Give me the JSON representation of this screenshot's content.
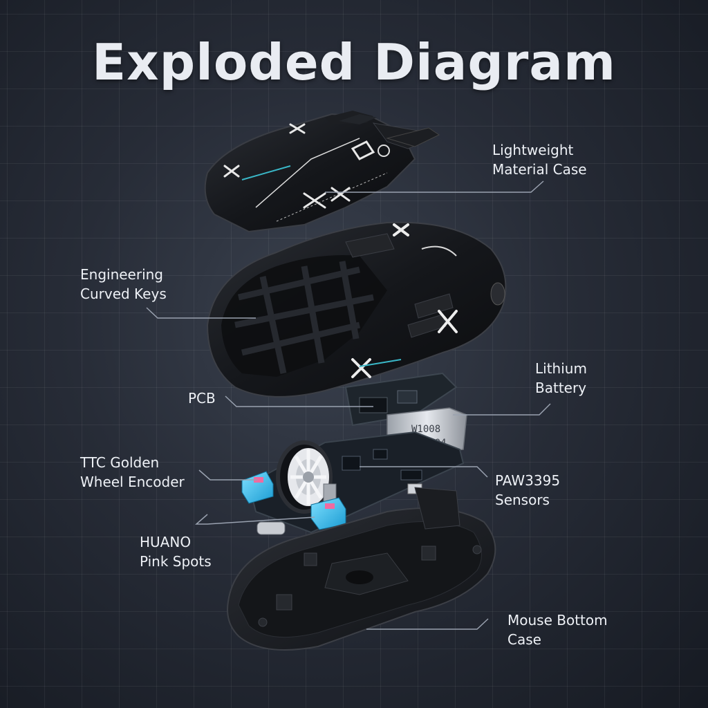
{
  "title": "Exploded Diagram",
  "parts": {
    "lightweight_case": [
      "Lightweight",
      "Material Case"
    ],
    "curved_keys": [
      "Engineering",
      "Curved Keys"
    ],
    "battery": [
      "Lithium",
      "Battery"
    ],
    "pcb": [
      "PCB"
    ],
    "wheel_encoder": [
      "TTC Golden",
      "Wheel Encoder"
    ],
    "sensor": [
      "PAW3395",
      "Sensors"
    ],
    "switches": [
      "HUANO",
      "Pink Spots"
    ],
    "bottom_case": [
      "Mouse Bottom",
      "Case"
    ]
  },
  "battery_print": [
    "W1008",
    "080304"
  ],
  "colors": {
    "accent_line": "#8c95a6",
    "switch_blue": "#39b7e6",
    "pcb_dark": "#1a2028"
  }
}
